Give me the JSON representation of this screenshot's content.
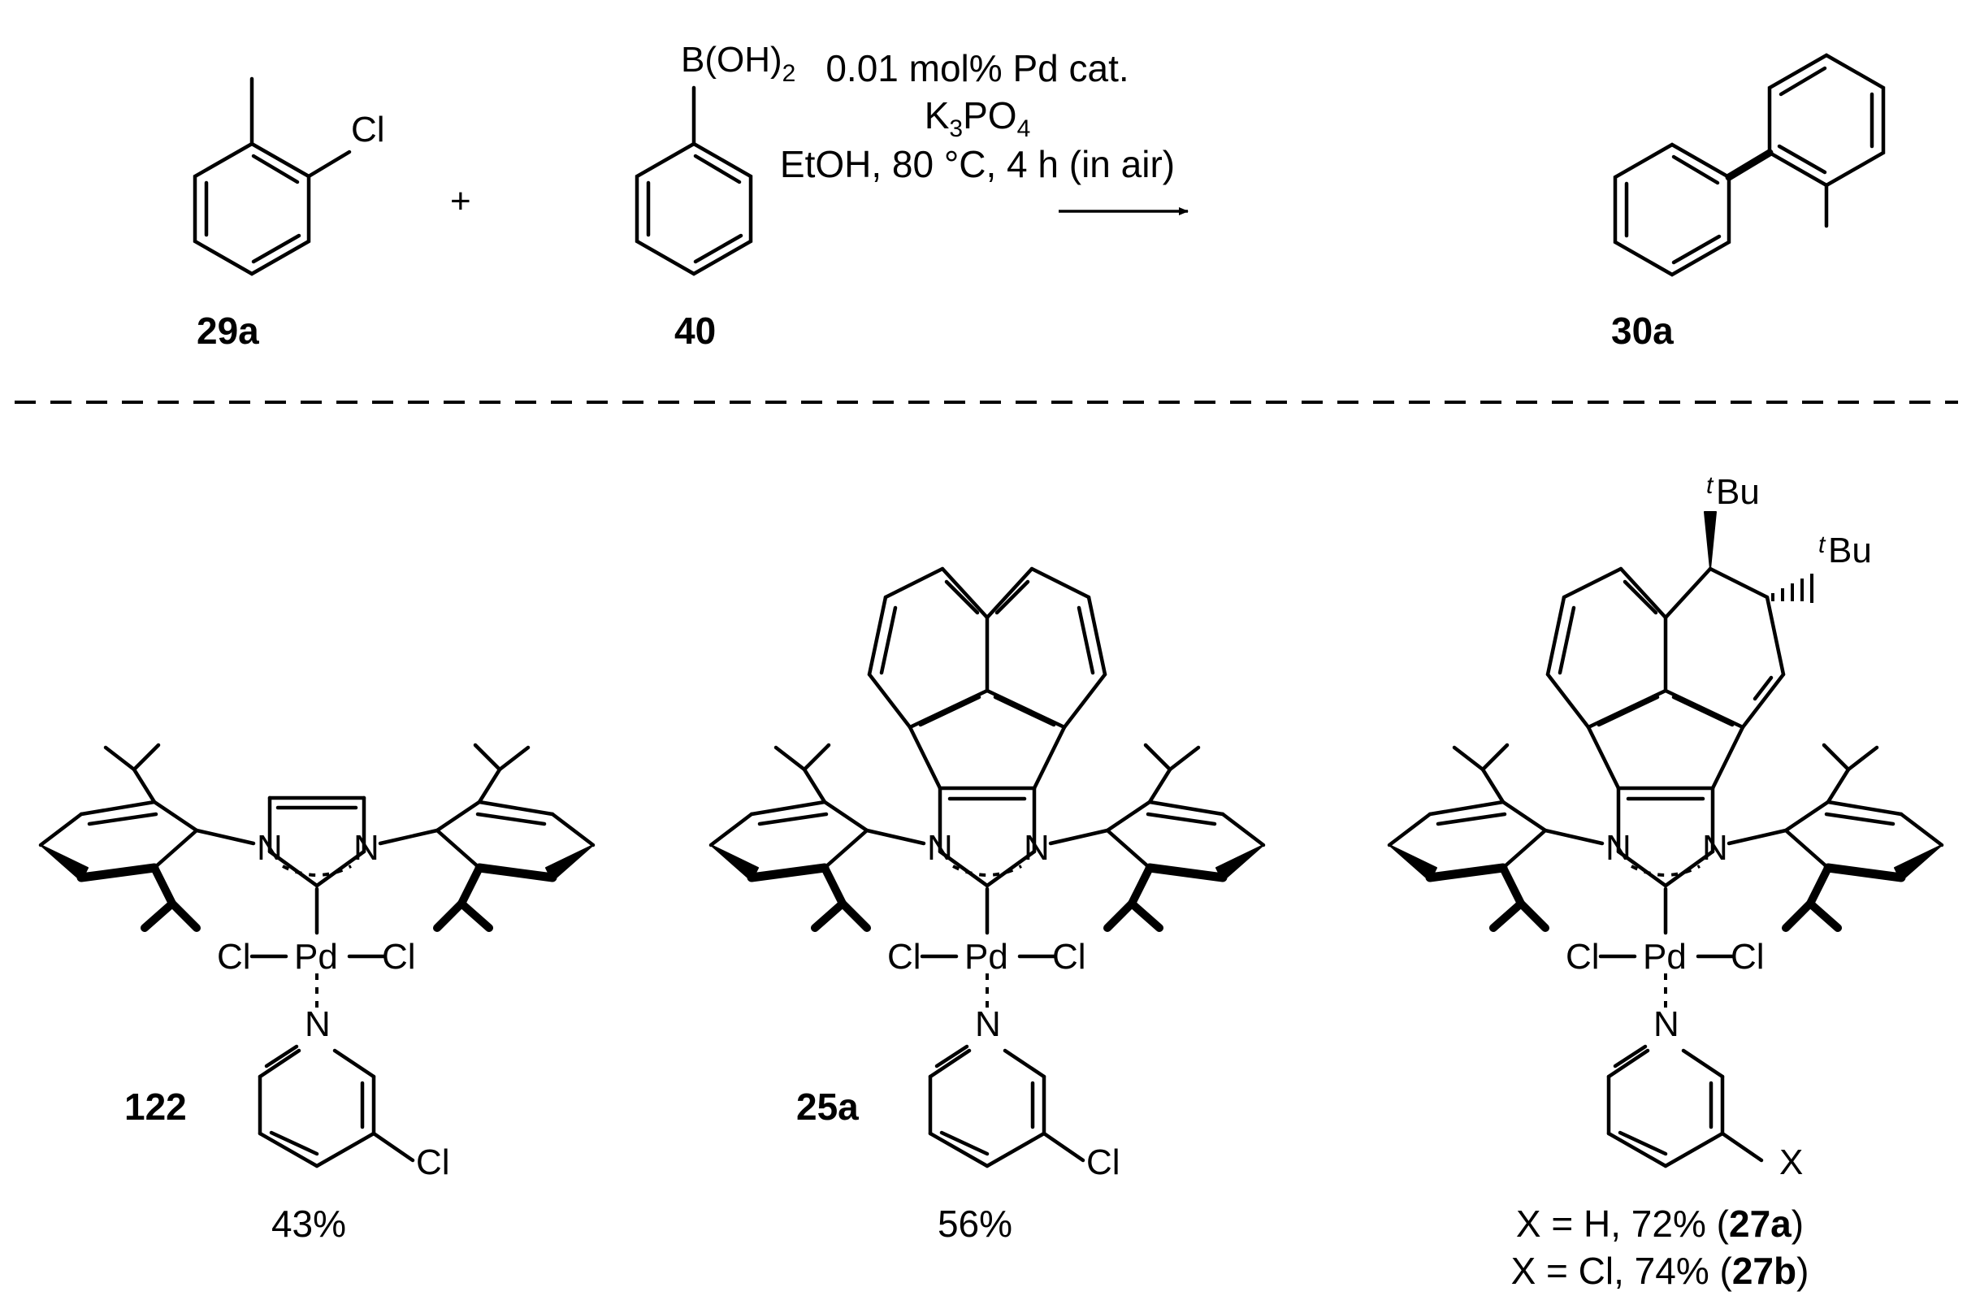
{
  "reaction": {
    "reactant1": {
      "label": "29a",
      "substituent": "Cl"
    },
    "plus": "+",
    "reactant2": {
      "label": "40",
      "group_main": "B(OH)",
      "group_sub": "2"
    },
    "conditions": {
      "line1": "0.01 mol% Pd cat.",
      "line2": {
        "k": "K",
        "k_sub": "3",
        "po": "PO",
        "po_sub": "4"
      },
      "line3": "EtOH, 80 °C, 4 h (in air)"
    },
    "product": {
      "label": "30a"
    }
  },
  "catalysts": [
    {
      "label": "122",
      "yield": "43%",
      "pyridine_sub": "Cl"
    },
    {
      "label": "25a",
      "yield": "56%",
      "pyridine_sub": "Cl"
    },
    {
      "pyridine_sub": "X",
      "tbu_t": "t",
      "tbu_rest": "Bu",
      "yield_lines": [
        {
          "pre": "X = H, 72% (",
          "num": "27a",
          "post": ")"
        },
        {
          "pre": "X = Cl, 74% (",
          "num": "27b",
          "post": ")"
        }
      ]
    }
  ],
  "atoms": {
    "n": "N",
    "pd": "Pd",
    "cl": "Cl"
  },
  "icons": {
    "reaction-arrow": "reaction-arrow-icon"
  }
}
